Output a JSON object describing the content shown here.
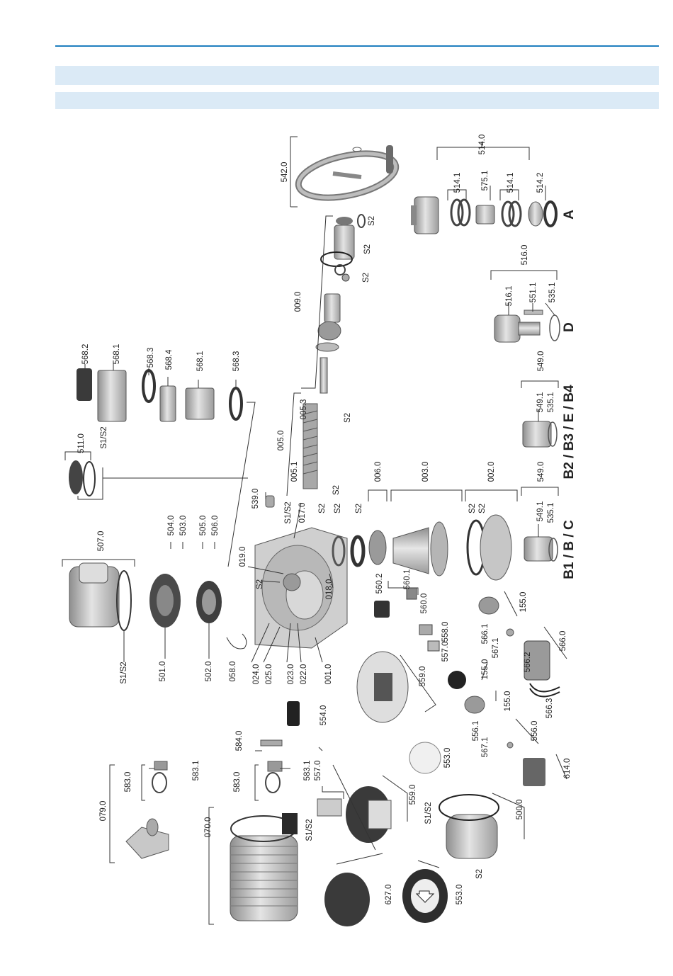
{
  "colors": {
    "rule": "#1f7fbf",
    "band": "#dbeaf6",
    "part_light": "#c9c9c9",
    "part_mid": "#9a9a9a",
    "part_dark": "#3a3a3a"
  },
  "labels": {
    "l_542_0": "542.0",
    "l_514_0": "514.0",
    "l_514_1a": "514.1",
    "l_575_1": "575.1",
    "l_514_1b": "514.1",
    "l_514_2": "514.2",
    "l_516_0": "516.0",
    "l_516_1": "516.1",
    "l_551_1": "551.1",
    "l_535_1a": "535.1",
    "l_549_0a": "549.0",
    "l_549_1a": "549.1",
    "l_535_1b": "535.1",
    "l_549_0b": "549.0",
    "l_549_1b": "549.1",
    "l_535_1c": "535.1",
    "l_009_0": "009.0",
    "l_005_0": "005.0",
    "l_005_3": "005.3",
    "l_005_1": "005.1",
    "l_006_0": "006.0",
    "l_003_0": "003.0",
    "l_002_0": "002.0",
    "l_s2_a": "S2",
    "l_s2_b": "S2",
    "l_s2_c": "S2",
    "l_s2_d": "S2",
    "l_s2_e": "S2",
    "l_s2_f": "S2",
    "l_s2_g": "S2",
    "l_s2_h": "S2",
    "l_s2_i": "S2",
    "l_s2_j": "S2",
    "l_s2_k": "S2",
    "l_568_2": "568.2",
    "l_568_1a": "568.1",
    "l_568_3a": "568.3",
    "l_568_4": "568.4",
    "l_568_1b": "568.1",
    "l_568_3b": "568.3",
    "l_511_0": "511.0",
    "l_s1s2_a": "S1/S2",
    "l_507_0": "507.0",
    "l_s1s2_b": "S1/S2",
    "l_504_0": "504.0",
    "l_503_0": "503.0",
    "l_505_0": "505.0",
    "l_506_0": "506.0",
    "l_539_0": "539.0",
    "l_s1s2_c": "S1/S2",
    "l_017_0": "017.0",
    "l_019_0": "019.0",
    "l_018_0": "018.0",
    "l_501_0": "501.0",
    "l_502_0": "502.0",
    "l_058_0": "058.0",
    "l_024_0": "024.0",
    "l_025_0": "025.0",
    "l_023_0": "023.0",
    "l_022_0": "022.0",
    "l_001_0": "001.0",
    "l_560_2": "560.2",
    "l_560_1": "560.1",
    "l_560_0": "560.0",
    "l_558_0": "558.0",
    "l_557_0a": "557.0",
    "l_155_0a": "155.0",
    "l_155_0b": "155.0",
    "l_155_0c": "155.0",
    "l_566_1": "566.1",
    "l_567_1a": "567.1",
    "l_566_0": "566.0",
    "l_566_2": "566.2",
    "l_566_3": "566.3",
    "l_559_0a": "559.0",
    "l_554_0": "554.0",
    "l_556_1": "556.1",
    "l_567_1b": "567.1",
    "l_556_0": "556.0",
    "l_553_0a": "553.0",
    "l_614_0": "614.0",
    "l_079_0": "079.0",
    "l_583_0a": "583.0",
    "l_583_1a": "583.1",
    "l_584_0": "584.0",
    "l_583_0b": "583.0",
    "l_583_1b": "583.1",
    "l_557_0b": "557.0",
    "l_559_0b": "559.0",
    "l_s1s2_d": "S1/S2",
    "l_500_0": "500.0",
    "l_070_0": "070.0",
    "l_s1s2_e": "S1/S2",
    "l_s2_m": "S2",
    "l_627_0": "627.0",
    "l_553_0b": "553.0"
  },
  "variants": {
    "a": "A",
    "d": "D",
    "b2": "B2 / B3 / E / B4",
    "b1": "B1 / B / C"
  }
}
